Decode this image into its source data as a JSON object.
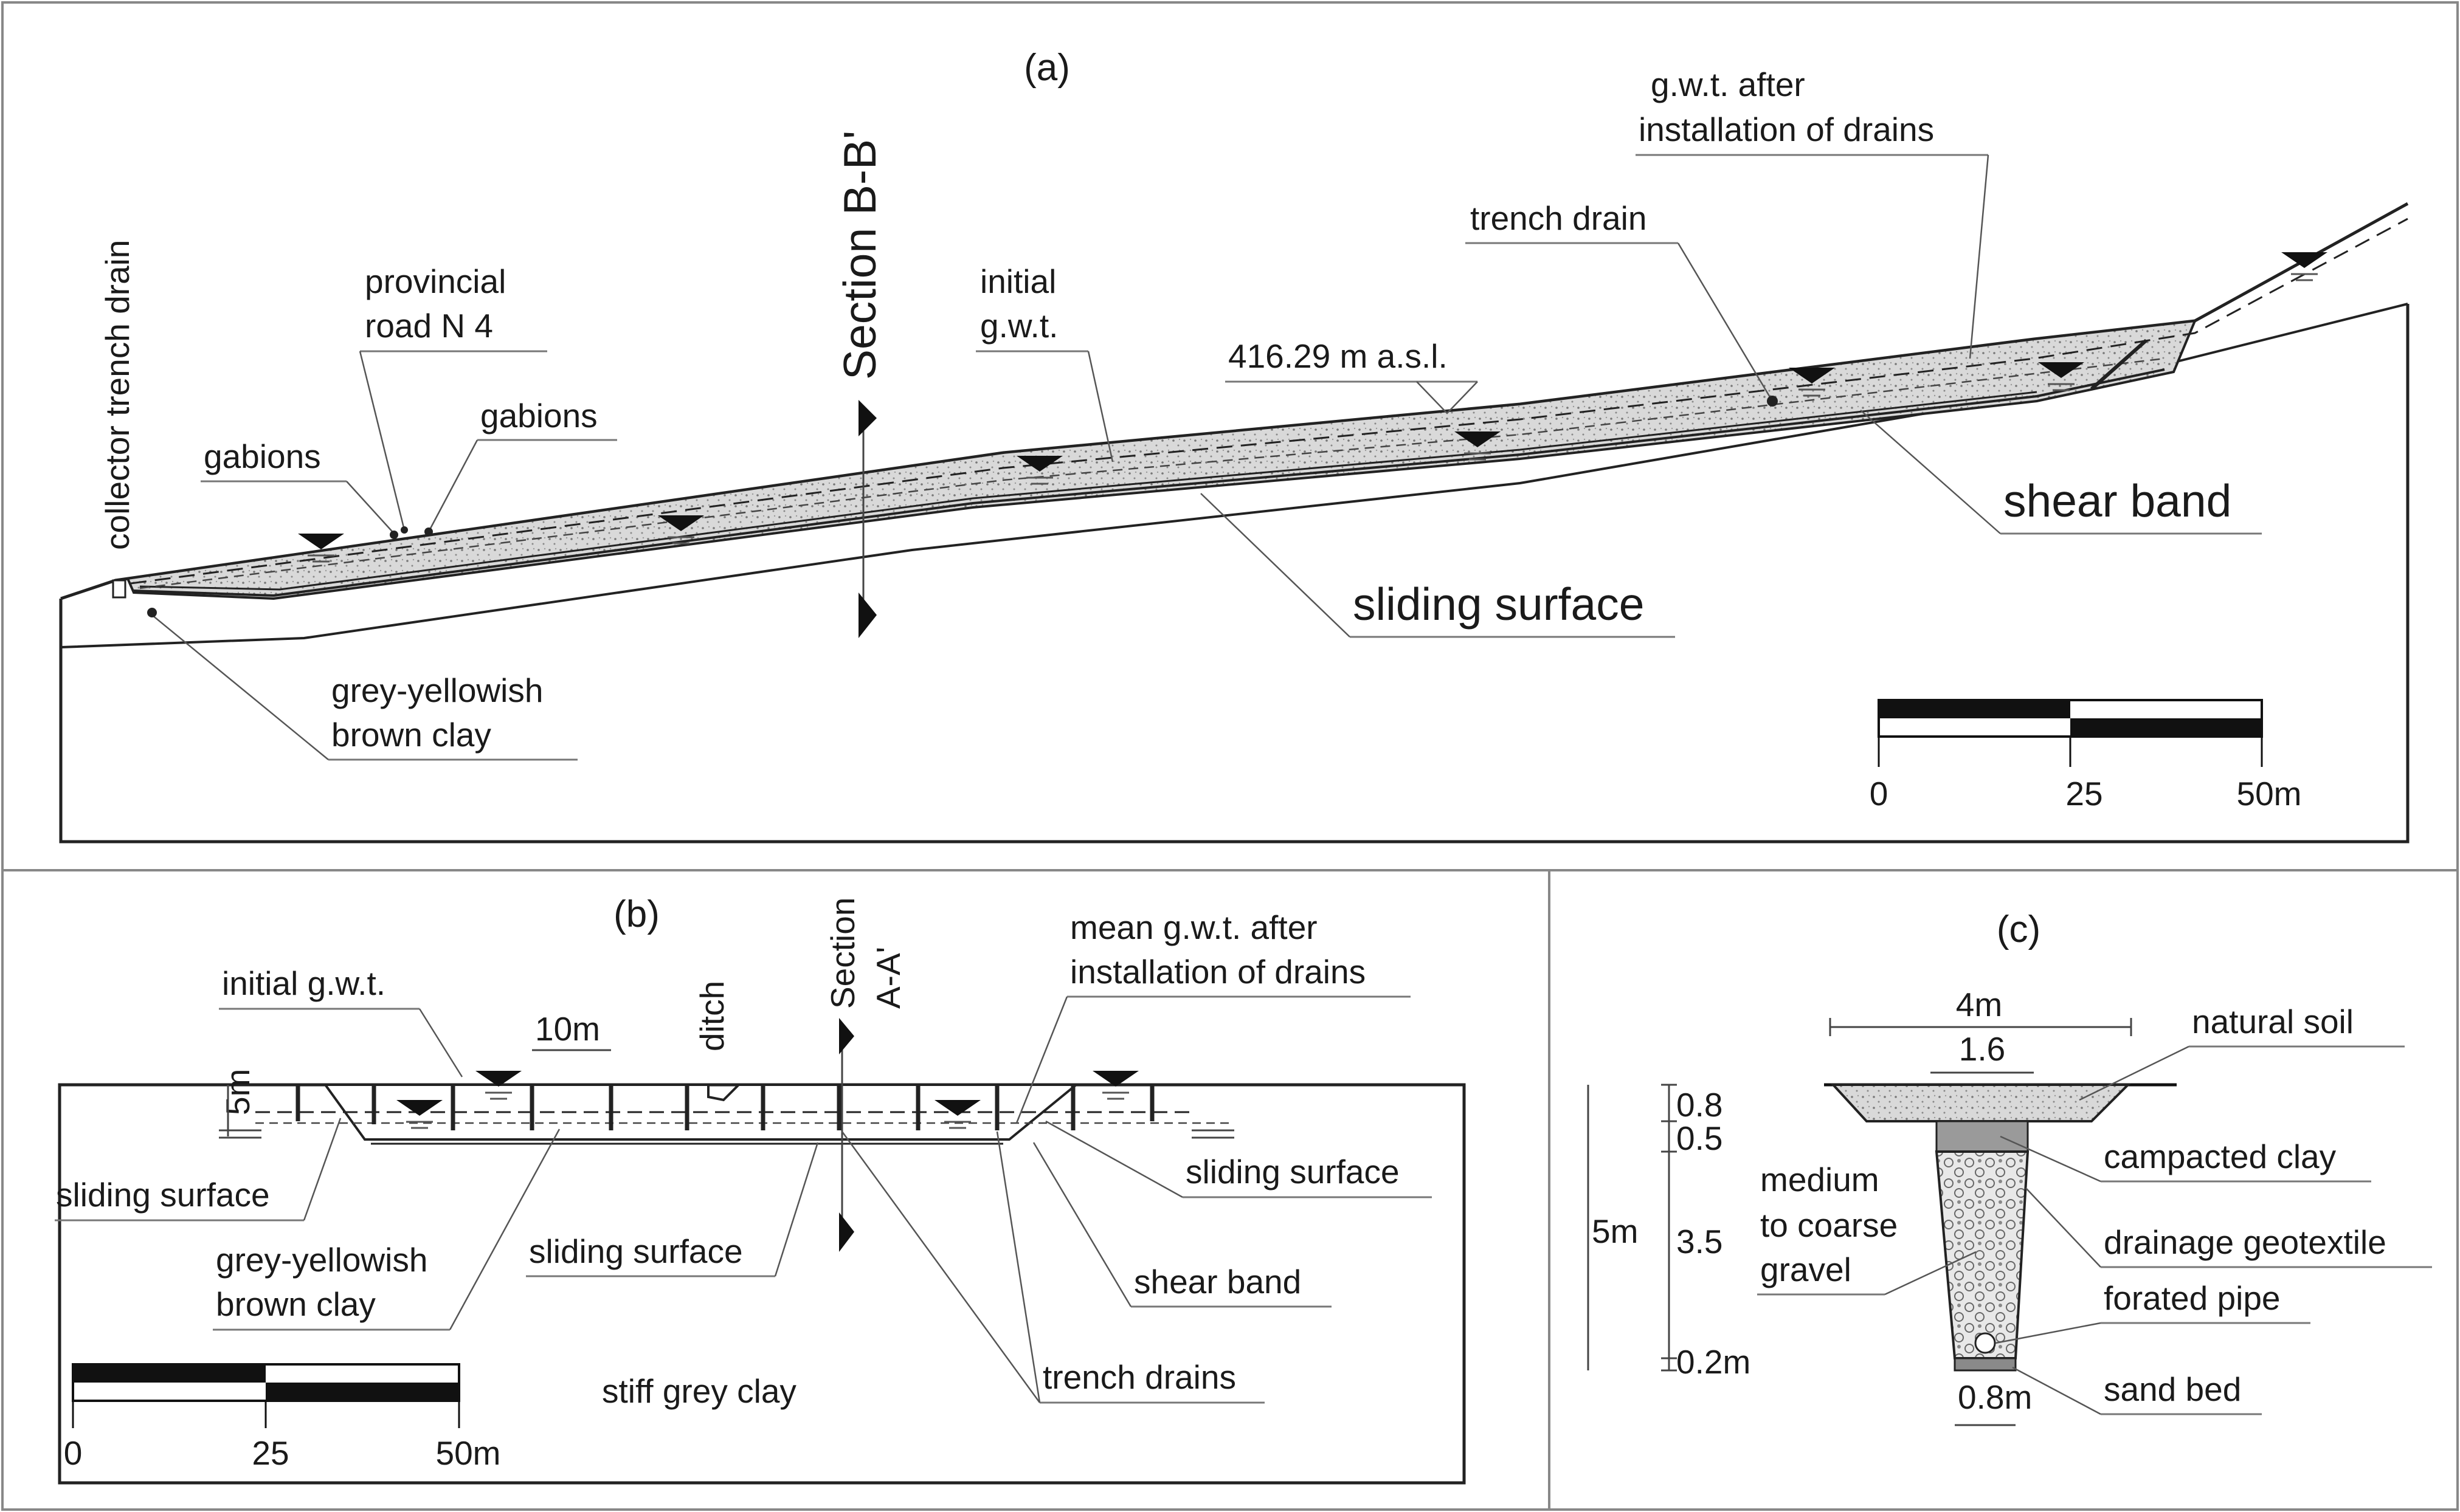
{
  "panel_a": {
    "tag": "(a)",
    "section_label": "Section B-B'",
    "collector": "collector trench drain",
    "road_line1": "provincial",
    "road_line2": "road N 4",
    "gabions_left": "gabions",
    "gabions_right": "gabions",
    "initial_line1": "initial",
    "initial_line2": "g.w.t.",
    "elevation": "416.29 m a.s.l.",
    "trench_drain": "trench drain",
    "gwt_after_line1": "g.w.t.  after",
    "gwt_after_line2": "installation of drains",
    "shear_band": "shear band",
    "sliding_surface": "sliding surface",
    "clay_line1": "grey-yellowish",
    "clay_line2": "brown clay",
    "scale": {
      "t0": "0",
      "t1": "25",
      "t2": "50m"
    }
  },
  "panel_b": {
    "tag": "(b)",
    "section_line1": "Section",
    "section_line2": "A-A'",
    "initial_gwt": "initial g.w.t.",
    "spacing": "10m",
    "ditch": "ditch",
    "mean_line1": "mean g.w.t. after",
    "mean_line2": "installation of drains",
    "depth": "5m",
    "sliding_left": "sliding surface",
    "sliding_right": "sliding surface",
    "sliding_mid": "sliding surface",
    "clay_line1": "grey-yellowish",
    "clay_line2": "brown clay",
    "shear_band": "shear band",
    "trench_drains": "trench drains",
    "stiff_clay": "stiff grey clay",
    "scale": {
      "t0": "0",
      "t1": "25",
      "t2": "50m"
    }
  },
  "panel_c": {
    "tag": "(c)",
    "top_width": "4m",
    "inner_width": "1.6",
    "natural_soil": "natural soil",
    "d1": "0.8",
    "d2": "0.5",
    "d3": "3.5",
    "d4": "0.2m",
    "total_depth": "5m",
    "gravel_line1": "medium",
    "gravel_line2": "to coarse",
    "gravel_line3": "gravel",
    "clay_cap": "campacted clay",
    "geotextile": "drainage geotextile",
    "pipe": "forated pipe",
    "sand_bed": "sand bed",
    "bottom_width": "0.8m"
  },
  "colors": {
    "line": "#222222",
    "fill_landslide": "#d6d6d6",
    "fill_drain": "#c8c8c8",
    "sand": "#8a8a8a"
  }
}
